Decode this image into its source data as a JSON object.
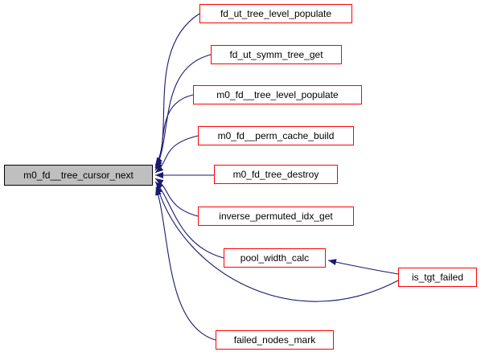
{
  "diagram": {
    "kind": "caller-graph",
    "center_node": {
      "label": "m0_fd__tree_cursor_next"
    },
    "callers": [
      {
        "label": "fd_ut_tree_level_populate"
      },
      {
        "label": "fd_ut_symm_tree_get"
      },
      {
        "label": "m0_fd__tree_level_populate"
      },
      {
        "label": "m0_fd__perm_cache_build"
      },
      {
        "label": "m0_fd_tree_destroy"
      },
      {
        "label": "inverse_permuted_idx_get"
      },
      {
        "label": "pool_width_calc"
      },
      {
        "label": "is_tgt_failed"
      },
      {
        "label": "failed_nodes_mark"
      }
    ],
    "edges": [
      {
        "from": "fd_ut_tree_level_populate",
        "to": "m0_fd__tree_cursor_next"
      },
      {
        "from": "fd_ut_symm_tree_get",
        "to": "m0_fd__tree_cursor_next"
      },
      {
        "from": "m0_fd__tree_level_populate",
        "to": "m0_fd__tree_cursor_next"
      },
      {
        "from": "m0_fd__perm_cache_build",
        "to": "m0_fd__tree_cursor_next"
      },
      {
        "from": "m0_fd_tree_destroy",
        "to": "m0_fd__tree_cursor_next"
      },
      {
        "from": "inverse_permuted_idx_get",
        "to": "m0_fd__tree_cursor_next"
      },
      {
        "from": "pool_width_calc",
        "to": "m0_fd__tree_cursor_next"
      },
      {
        "from": "is_tgt_failed",
        "to": "m0_fd__tree_cursor_next"
      },
      {
        "from": "failed_nodes_mark",
        "to": "m0_fd__tree_cursor_next"
      },
      {
        "from": "is_tgt_failed",
        "to": "pool_width_calc"
      }
    ],
    "colors": {
      "background": "#ffffff",
      "edge": "#191970",
      "caller_border": "#ff0000",
      "caller_fill": "#ffffff",
      "center_fill": "#bfbfbf",
      "center_border": "#000000",
      "text": "#000000"
    }
  }
}
